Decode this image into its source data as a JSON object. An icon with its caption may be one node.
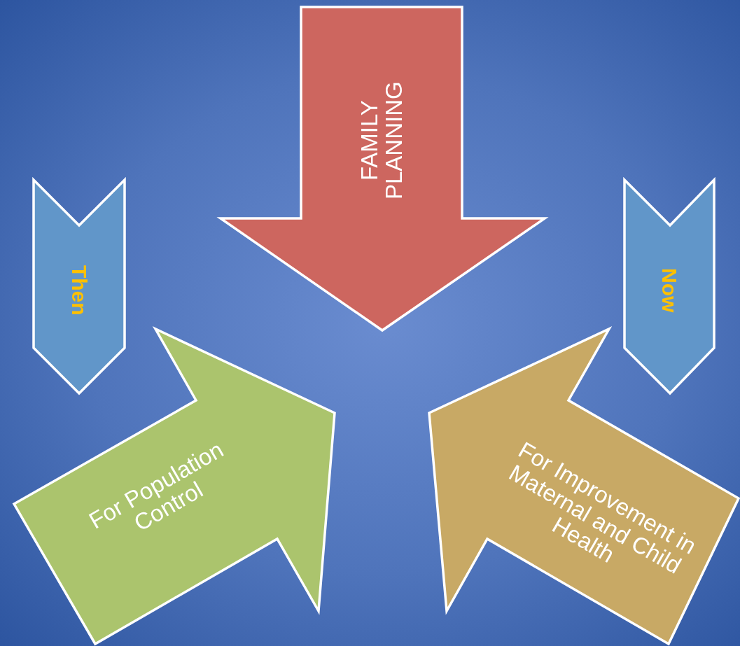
{
  "diagram": {
    "nodes": [
      {
        "text": [
          "FAMILY PLANNING"
        ]
      },
      {
        "text": [
          "Then"
        ]
      },
      {
        "text": [
          "For Population Control"
        ]
      },
      {
        "text": [
          "Now"
        ]
      },
      {
        "text": [
          "For Improvement in Maternal and Child Health"
        ]
      }
    ]
  }
}
